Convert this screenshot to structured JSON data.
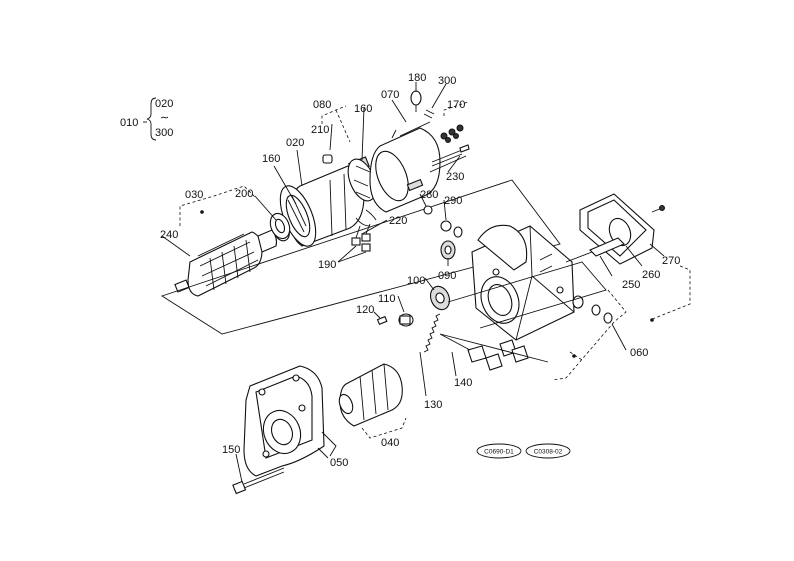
{
  "callouts": {
    "c010": "010",
    "c020a": "020",
    "c300a": "300",
    "tilde": "∼",
    "c180": "180",
    "c300b": "300",
    "c080": "080",
    "c070": "070",
    "c160a": "160",
    "c170": "170",
    "c210": "210",
    "c020b": "020",
    "c160b": "160",
    "c230": "230",
    "c030": "030",
    "c200": "200",
    "c280": "280",
    "c290": "290",
    "c240": "240",
    "c220": "220",
    "c190": "190",
    "c090": "090",
    "c270": "270",
    "c260": "260",
    "c100": "100",
    "c250": "250",
    "c110": "110",
    "c120": "120",
    "c060": "060",
    "c140": "140",
    "c130": "130",
    "c040": "040",
    "c150": "150",
    "c050": "050"
  },
  "references": {
    "ref1": "C0690-D1",
    "ref2": "C0308-02"
  }
}
